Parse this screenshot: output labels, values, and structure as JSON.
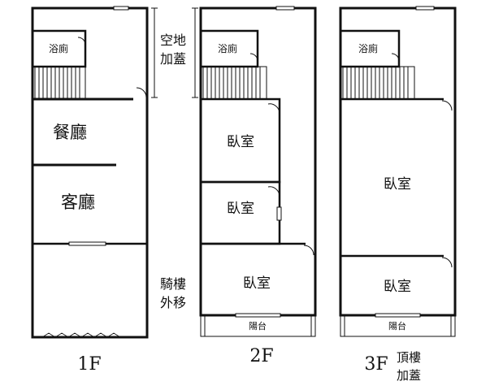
{
  "floors": {
    "f1": {
      "label": "1F",
      "rooms": {
        "bath": "浴廁",
        "dining": "餐廳",
        "living": "客廳"
      },
      "annotations": {
        "open_space_1": "空地",
        "open_space_2": "加蓋",
        "arcade_1": "騎樓",
        "arcade_2": "外移"
      }
    },
    "f2": {
      "label": "2F",
      "rooms": {
        "bath": "浴廁",
        "bedroom_1": "臥室",
        "bedroom_2": "臥室",
        "bedroom_3": "臥室",
        "balcony": "陽台"
      }
    },
    "f3": {
      "label": "3F",
      "rooms": {
        "bath": "浴廁",
        "bedroom_1": "臥室",
        "bedroom_2": "臥室",
        "balcony": "陽台"
      },
      "annotations": {
        "rooftop_1": "頂樓",
        "rooftop_2": "加蓋"
      }
    }
  }
}
